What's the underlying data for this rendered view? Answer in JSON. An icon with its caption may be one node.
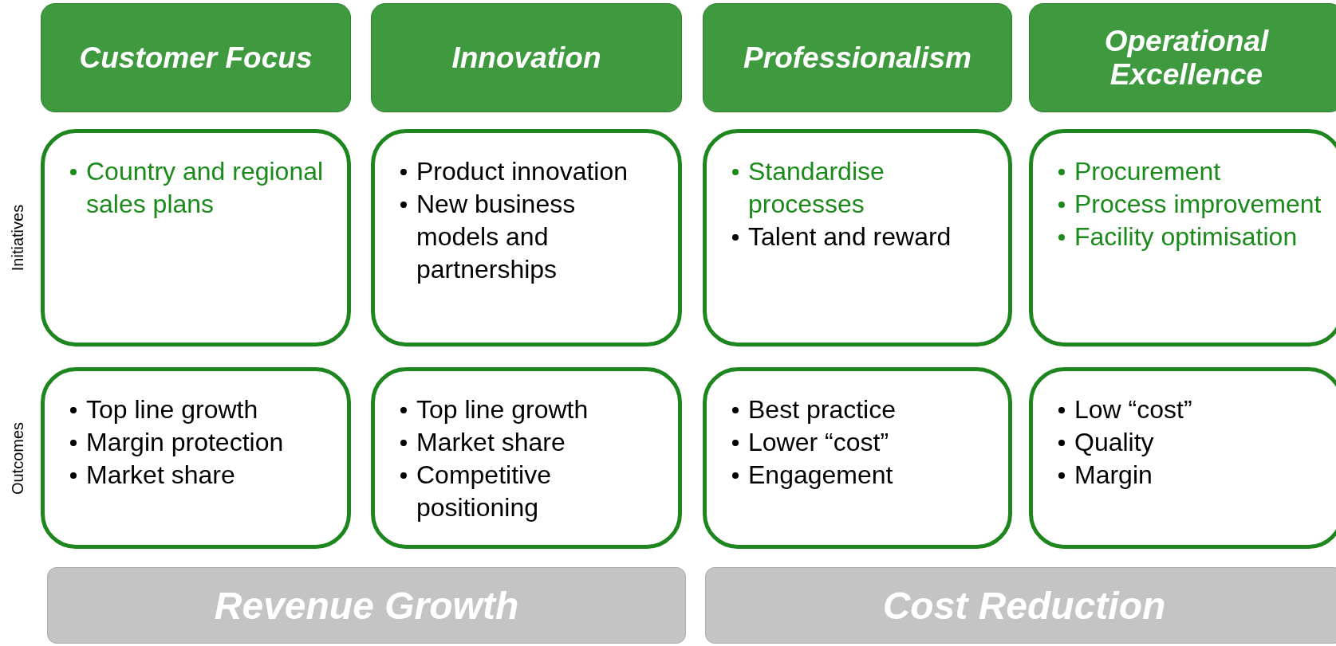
{
  "diagram": {
    "nodes": [
      {
        "text": [
          "Customer Focus"
        ]
      },
      {
        "text": [
          "Innovation"
        ]
      },
      {
        "text": [
          "Professionalism"
        ]
      },
      {
        "text": [
          "Operational Excellence"
        ]
      },
      {
        "text": [
          "Country and regional sales plans"
        ]
      },
      {
        "text": [
          "Product innovation",
          "New business models and partnerships"
        ]
      },
      {
        "text": [
          "Standardise processes",
          "Talent and reward"
        ]
      },
      {
        "text": [
          "Procurement",
          "Process improvement",
          "Facility optimisation"
        ]
      },
      {
        "text": [
          "Top line growth",
          "Margin protection",
          "Market share"
        ]
      },
      {
        "text": [
          "Top line growth",
          "Market share",
          "Competitive positioning"
        ]
      },
      {
        "text": [
          "Best practice",
          "Lower “cost”",
          "Engagement"
        ]
      },
      {
        "text": [
          "Low “cost”",
          "Quality",
          "Margin"
        ]
      },
      {
        "text": [
          "Revenue Growth"
        ]
      },
      {
        "text": [
          "Cost Reduction"
        ]
      }
    ],
    "labels": [
      "Initiatives",
      "Outcomes"
    ]
  }
}
